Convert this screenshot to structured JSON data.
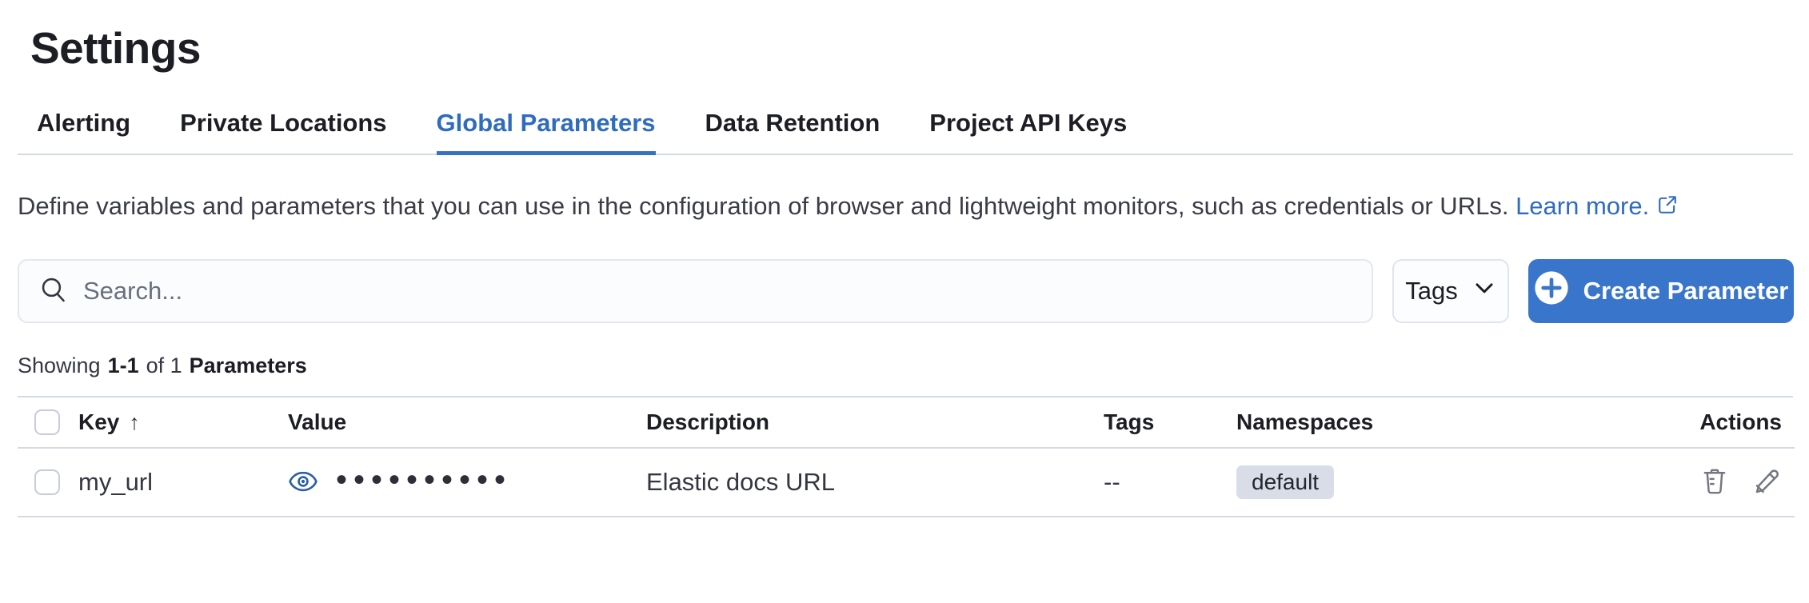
{
  "page": {
    "title": "Settings"
  },
  "tabs": [
    {
      "label": "Alerting",
      "active": false
    },
    {
      "label": "Private Locations",
      "active": false
    },
    {
      "label": "Global Parameters",
      "active": true
    },
    {
      "label": "Data Retention",
      "active": false
    },
    {
      "label": "Project API Keys",
      "active": false
    }
  ],
  "description": {
    "text": "Define variables and parameters that you can use in the configuration of browser and lightweight monitors, such as credentials or URLs.",
    "link_label": "Learn more."
  },
  "toolbar": {
    "search_placeholder": "Search...",
    "search_value": "",
    "tags_label": "Tags",
    "create_label": "Create Parameter"
  },
  "summary": {
    "showing": "Showing",
    "range": "1-1",
    "of": "of 1",
    "entity": "Parameters"
  },
  "table": {
    "columns": [
      "Key",
      "Value",
      "Description",
      "Tags",
      "Namespaces",
      "Actions"
    ],
    "sort": {
      "column": "Key",
      "direction": "ascending",
      "icon": "↑"
    },
    "rows": [
      {
        "key": "my_url",
        "value_masked": "••••••••••",
        "description": "Elastic docs URL",
        "tags": "--",
        "namespace": "default"
      }
    ]
  },
  "icons": {
    "search": "search-icon",
    "tags_chevron": "chevron-down-icon",
    "create_plus": "plus-in-circle-icon",
    "external_link": "external-link-icon",
    "reveal_value": "eye-icon",
    "delete": "trash-icon",
    "edit": "pencil-icon"
  },
  "colors": {
    "accent_blue": "#3976cb",
    "active_tab_blue": "#2f6cbe",
    "link_blue": "#2f6cbe",
    "divider": "#d3dae6",
    "badge_bg": "#d9dde8",
    "text_dark": "#1d1e24",
    "text_body": "#343741",
    "icon_gray": "#74777f"
  }
}
